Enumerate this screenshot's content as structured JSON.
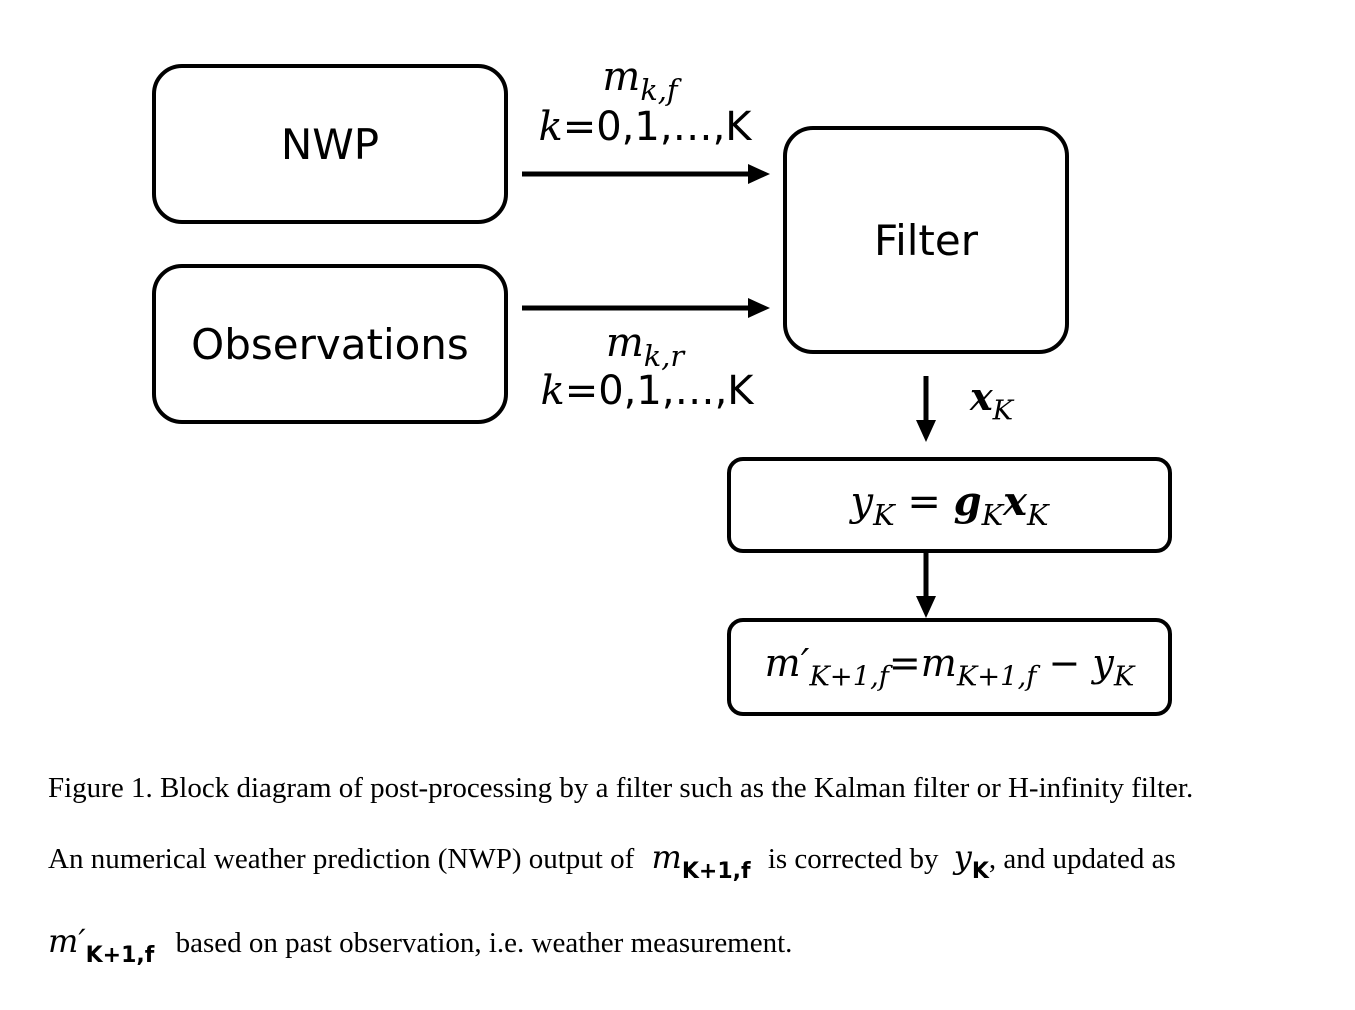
{
  "diagram": {
    "nodes": {
      "nwp": "NWP",
      "observations": "Observations",
      "filter": "Filter"
    },
    "edges": {
      "forecast_symbol": "m",
      "forecast_subscript": "k,f",
      "forecast_range": "=0,1,…,K",
      "observation_symbol": "m",
      "observation_subscript": "k,r",
      "observation_range": "=0,1,…,K",
      "range_var": "k",
      "state_symbol": "x",
      "state_subscript": "K"
    },
    "equations": {
      "correction": {
        "y": "y",
        "y_sub": "K",
        "equals": " = ",
        "g": "g",
        "g_sub": "K",
        "x": "x",
        "x_sub": "K"
      },
      "update": {
        "m_prime": "m′",
        "m_prime_sub": "K+1,f",
        "equals": "=",
        "m": "m",
        "m_sub": "K+1,f",
        "minus": " − ",
        "y": "y",
        "y_sub": "K"
      }
    }
  },
  "caption": {
    "line1": "Figure 1. Block diagram of post-processing by a filter such as the Kalman filter or H-infinity filter.",
    "line2_a": "An numerical weather prediction (NWP) output of",
    "line2_m": "m",
    "line2_m_sub": "K+1,f",
    "line2_b": "is corrected by",
    "line2_y": "y",
    "line2_y_sub": "K",
    "line2_c": ", and updated as",
    "line3_m": "m′",
    "line3_m_sub": "K+1,f",
    "line3_text": "based on past observation, i.e. weather measurement."
  }
}
